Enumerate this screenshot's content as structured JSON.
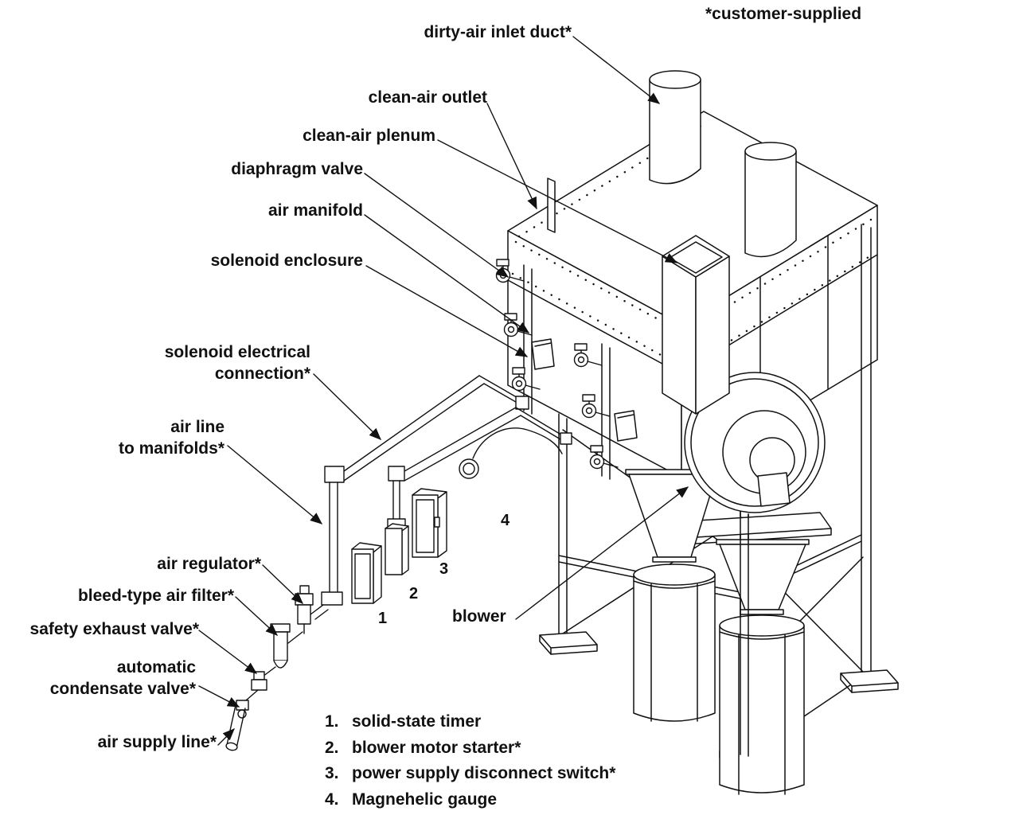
{
  "note": "*customer-supplied",
  "labels": {
    "dirty_air_inlet_duct": "dirty-air inlet duct*",
    "clean_air_outlet": "clean-air outlet",
    "clean_air_plenum": "clean-air plenum",
    "diaphragm_valve": "diaphragm valve",
    "air_manifold": "air manifold",
    "solenoid_enclosure": "solenoid enclosure",
    "solenoid_electrical_line1": "solenoid electrical",
    "solenoid_electrical_line2": "connection*",
    "air_line_line1": "air line",
    "air_line_line2": "to manifolds*",
    "air_regulator": "air regulator*",
    "bleed_type_air_filter": "bleed-type air filter*",
    "safety_exhaust_valve": "safety exhaust valve*",
    "automatic_condensate_line1": "automatic",
    "automatic_condensate_line2": "condensate valve*",
    "air_supply_line": "air supply line*",
    "blower": "blower"
  },
  "numbers": {
    "n1": "1",
    "n2": "2",
    "n3": "3",
    "n4": "4"
  },
  "legend": {
    "items": [
      {
        "num": "1.",
        "text": "solid-state timer"
      },
      {
        "num": "2.",
        "text": "blower motor starter*"
      },
      {
        "num": "3.",
        "text": "power supply disconnect switch*"
      },
      {
        "num": "4.",
        "text": "Magnehelic gauge"
      }
    ]
  }
}
